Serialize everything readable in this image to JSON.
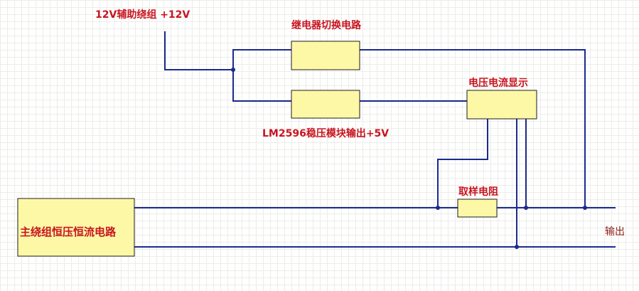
{
  "labels": {
    "aux_winding": "12V辅助绕组 +12V",
    "relay_switch": "继电器切换电路",
    "lm2596_output": "LM2596稳压模块输出+5V",
    "volt_current_display": "电压电流显示",
    "sampling_resistor": "取样电阻",
    "main_cc_circuit": "主绕组恒压恒流电路",
    "output": "输出"
  },
  "colors": {
    "wire": "#1b2a8c",
    "box_fill": "#fdf8a6",
    "label_red": "#c8141e",
    "label_dark": "#8a1e12"
  }
}
